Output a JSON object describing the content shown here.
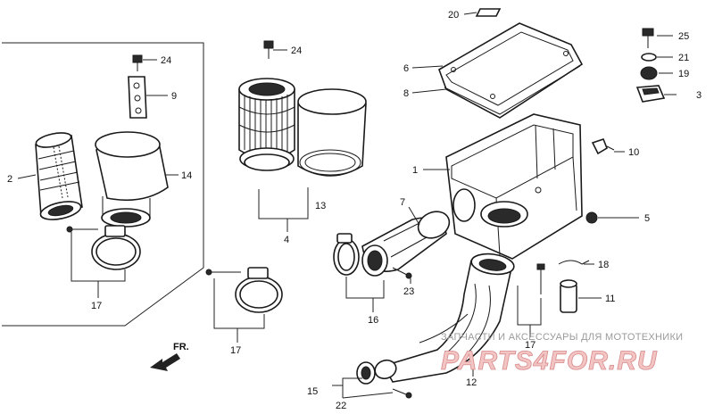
{
  "callouts": {
    "c1": "1",
    "c2": "2",
    "c3": "3",
    "c4": "4",
    "c5": "5",
    "c6": "6",
    "c7": "7",
    "c8": "8",
    "c9": "9",
    "c10": "10",
    "c11": "11",
    "c12": "12",
    "c13": "13",
    "c14": "14",
    "c15": "15",
    "c16": "16",
    "c17a": "17",
    "c17b": "17",
    "c17c": "17",
    "c18": "18",
    "c19": "19",
    "c20": "20",
    "c21": "21",
    "c22": "22",
    "c23": "23",
    "c24a": "24",
    "c24b": "24",
    "c25": "25"
  },
  "direction_marker": "FR.",
  "watermark": {
    "caption": "ЗАПЧАСТИ И АКСЕССУАРЫ ДЛЯ МОТОТЕХНИКИ",
    "brand": "PARTS4FOR.RU"
  },
  "colors": {
    "ink": "#1a1a1a",
    "watermark_fill": "#f2c4c4",
    "watermark_stroke": "#d88a8a"
  }
}
